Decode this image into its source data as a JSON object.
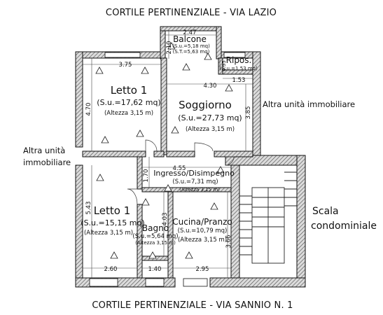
{
  "captions": {
    "top": "CORTILE PERTINENZIALE - VIA LAZIO",
    "bottom": "CORTILE PERTINENZIALE - VIA SANNIO N. 1"
  },
  "neighbours": {
    "right": "Altra unità immobiliare",
    "left_line1": "Altra unità",
    "left_line2": "immobiliare"
  },
  "stair": {
    "line1": "Scala",
    "line2": "condominiale"
  },
  "rooms": {
    "balcone": {
      "name": "Balcone",
      "su": "(S.u.=5,18 mq)",
      "st": "(S.T.=5,63 mq)"
    },
    "ripos": {
      "name": "Ripos.",
      "su": "(S.u.=1,53 mq)"
    },
    "letto_top": {
      "name": "Letto 1",
      "su": "(S.u.=17,62 mq)",
      "h": "(Altezza 3,15 m)"
    },
    "soggiorno": {
      "name": "Soggiorno",
      "su": "(S.u.=27,73 mq)",
      "h": "(Altezza 3,15 m)"
    },
    "ingresso": {
      "name": "Ingresso/Disimpegno",
      "su": "(S.u.=7,31 mq)",
      "h": "(Altezza 3,15 m)"
    },
    "letto_bottom": {
      "name": "Letto 1",
      "su": "(S.u.=15,15 mq)",
      "h": "(Altezza 3,15 m)"
    },
    "bagno": {
      "name": "Bagno",
      "su": "(S.u.=5,64 mq)",
      "h": "(Altezza 3,15 m)"
    },
    "cucina": {
      "name": "Cucina/Pranzo",
      "su": "(S.u.=10,79 mq)",
      "h": "(Altezza 3,15 m)"
    }
  },
  "dimensions": {
    "balcone_w": "2.47",
    "balcone_h": "2.10",
    "ripos_h": "0.95",
    "ripos_w": "1.53",
    "letto_top_w": "3.75",
    "letto_top_h": "4.70",
    "soggiorno_w": "4.30",
    "soggiorno_h": "3.85",
    "ingresso_w": "4.55",
    "ingresso_h": "1.70",
    "letto_bottom_h": "5.43",
    "bagno_h": "4.03",
    "cucina_h": "3.66",
    "bottom_a": "2.60",
    "bottom_b": "1.40",
    "bottom_c": "2.95"
  }
}
